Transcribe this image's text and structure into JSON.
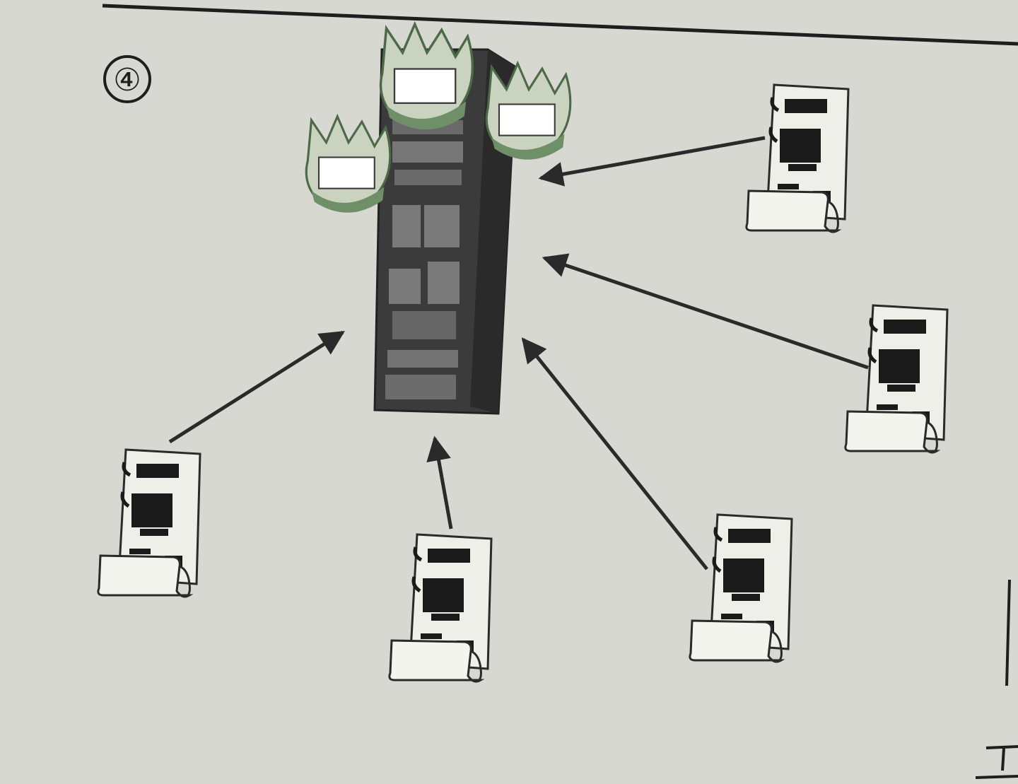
{
  "figure": {
    "number_label": "④",
    "colors": {
      "paper": "#d8d8d2",
      "line": "#2a2a2a",
      "server": "#3f3f3f",
      "server_panel": "#5a5a5a",
      "plant_light": "#c9d3c0",
      "plant_dark": "#6f8f68",
      "label_box": "#ffffff",
      "document": "#efefe9"
    },
    "nodes": {
      "server": {
        "icon": "server-rack-icon",
        "plant_labels": [
          "",
          "",
          ""
        ]
      },
      "documents": [
        {
          "icon": "document-scroll-icon"
        },
        {
          "icon": "document-scroll-icon"
        },
        {
          "icon": "document-scroll-icon"
        },
        {
          "icon": "document-scroll-icon"
        },
        {
          "icon": "document-scroll-icon"
        }
      ]
    },
    "edges": [
      {
        "from": "document-1",
        "to": "server"
      },
      {
        "from": "document-2",
        "to": "server"
      },
      {
        "from": "document-3",
        "to": "server"
      },
      {
        "from": "document-4",
        "to": "server"
      },
      {
        "from": "document-5",
        "to": "server"
      }
    ]
  }
}
